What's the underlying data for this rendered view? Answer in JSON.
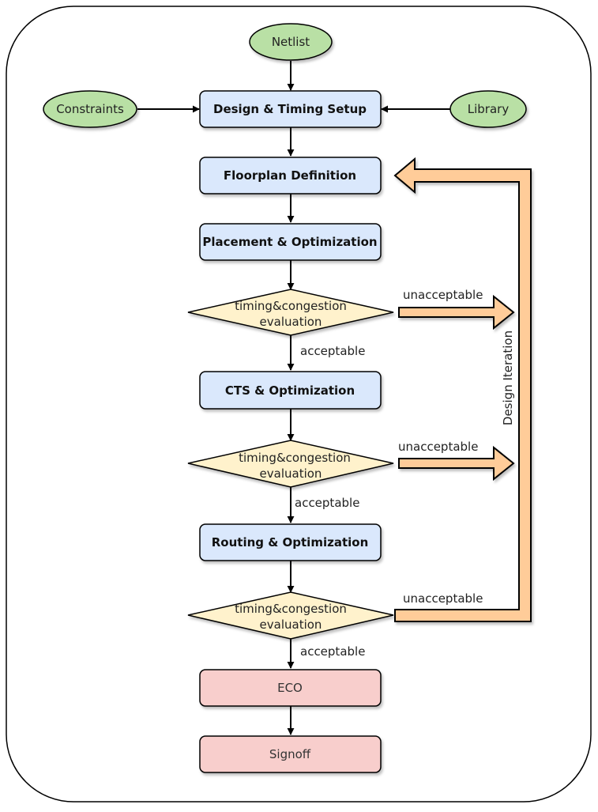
{
  "inputs": {
    "netlist": "Netlist",
    "constraints": "Constraints",
    "library": "Library"
  },
  "steps": {
    "setup": "Design & Timing Setup",
    "floorplan": "Floorplan Definition",
    "placement": "Placement & Optimization",
    "cts": "CTS & Optimization",
    "routing": "Routing & Optimization",
    "eco": "ECO",
    "signoff": "Signoff"
  },
  "decisions": [
    {
      "line1": "timing&congestion",
      "line2": "evaluation",
      "yes": "acceptable",
      "no": "unacceptable"
    },
    {
      "line1": "timing&congestion",
      "line2": "evaluation",
      "yes": "acceptable",
      "no": "unacceptable"
    },
    {
      "line1": "timing&congestion",
      "line2": "evaluation",
      "yes": "acceptable",
      "no": "unacceptable"
    }
  ],
  "loop_label": "Design Iteration",
  "colors": {
    "ellipse_fill": "#b9e0a5",
    "process_fill": "#dae8fc",
    "decision_fill": "#fff2cc",
    "terminal_fill": "#f8cecc",
    "loop_arrow_fill": "#ffcc99"
  }
}
